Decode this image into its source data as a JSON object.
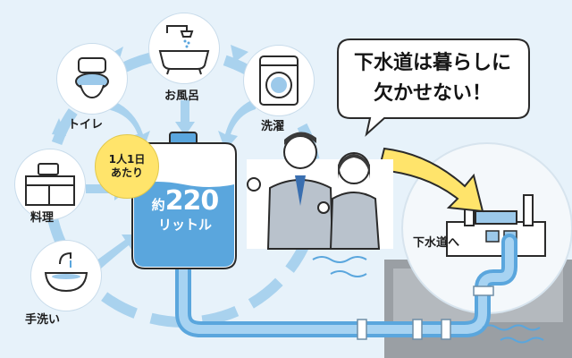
{
  "usage_items": [
    {
      "label": "トイレ",
      "icon": "toilet-icon"
    },
    {
      "label": "お風呂",
      "icon": "bathtub-shower-icon"
    },
    {
      "label": "洗濯",
      "icon": "washing-machine-icon"
    },
    {
      "label": "料理",
      "icon": "kitchen-stove-icon"
    },
    {
      "label": "手洗い",
      "icon": "hand-wash-sink-icon"
    }
  ],
  "badge": {
    "line1": "1人1日",
    "line2": "あたり"
  },
  "tank": {
    "prefix": "約",
    "number": "220",
    "unit": "リットル"
  },
  "speech_bubble": {
    "line1": "下水道は暮らしに",
    "line2": "欠かせない！"
  },
  "sewer_label": "下水道へ",
  "colors": {
    "background": "#e7f2fa",
    "water_blue": "#5aa6dd",
    "pipe_blue": "#a7d3f2",
    "cycle_arrow": "#a9d2ee",
    "highlight_yellow": "#ffe46b",
    "ground_gray": "#9a9fa4"
  }
}
